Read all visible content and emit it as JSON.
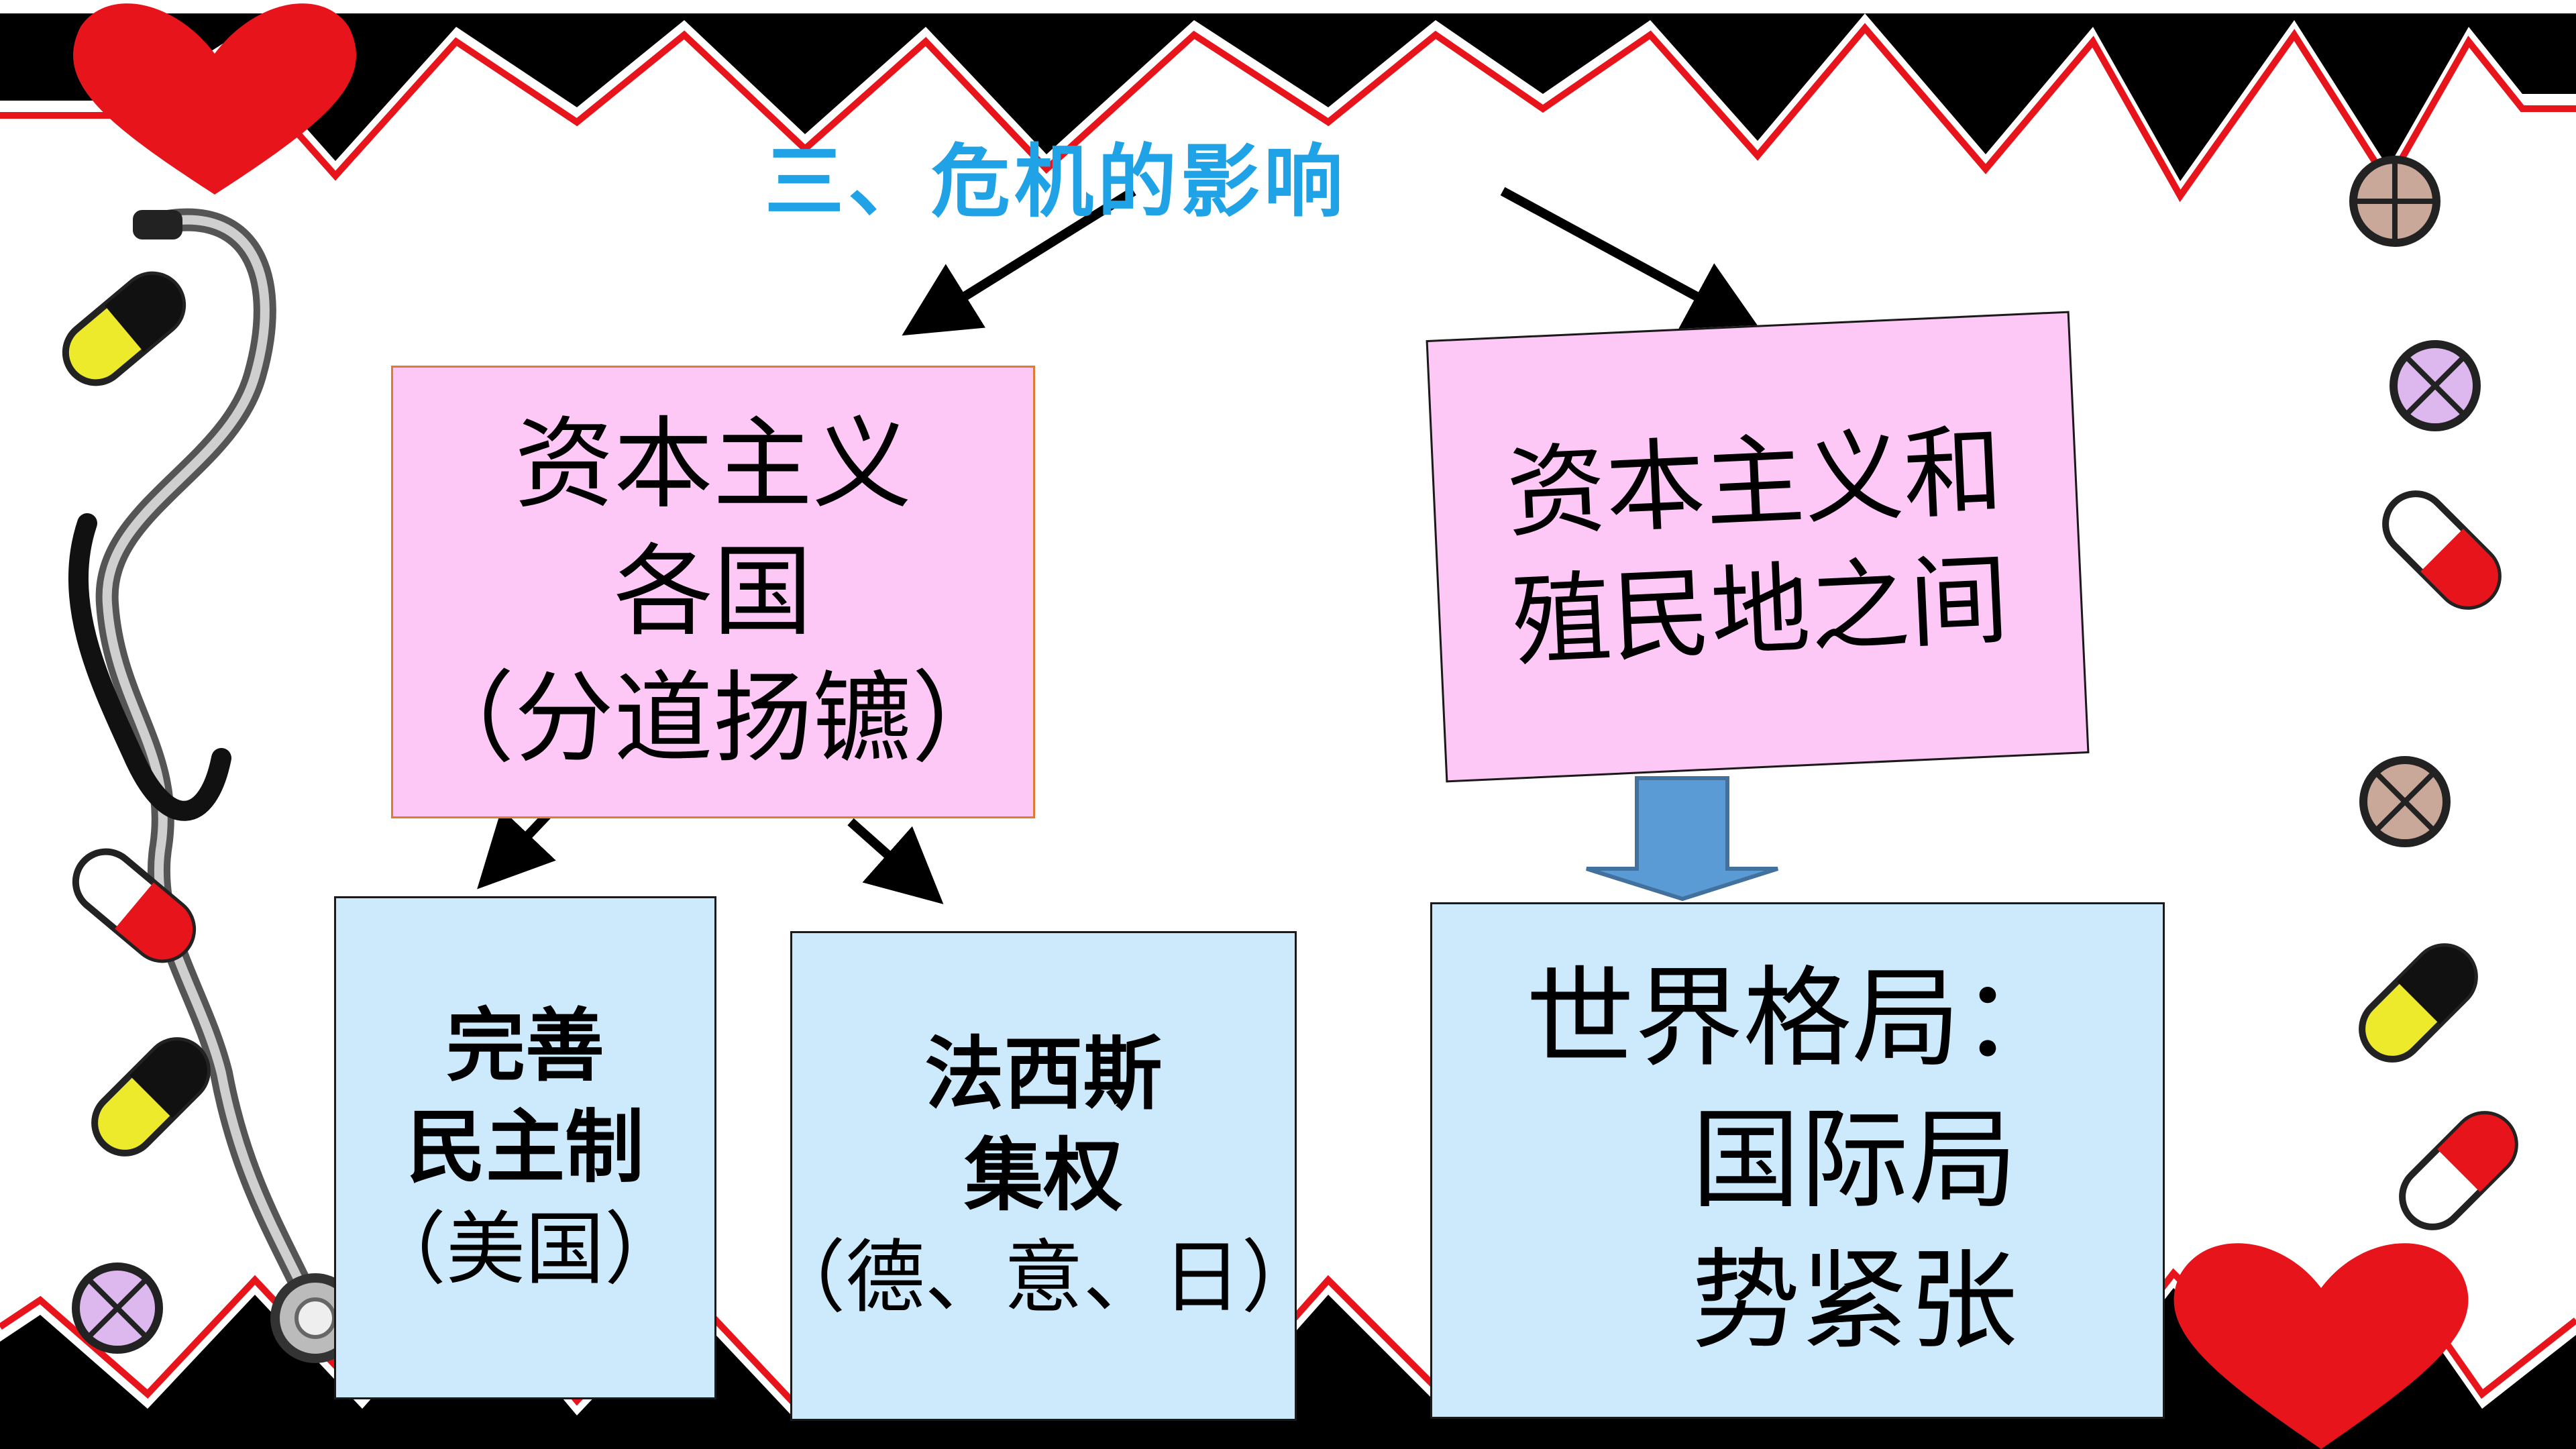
{
  "title": "三、危机的影响",
  "left_top": {
    "line1": "资本主义",
    "line2": "各国",
    "line3": "（分道扬镳）"
  },
  "right_top": {
    "line1": "资本主义和",
    "line2": "殖民地之间"
  },
  "minzhu": {
    "line1": "完善",
    "line2": "民主制",
    "line3": "（美国）"
  },
  "faxisi": {
    "line1": "法西斯",
    "line2": "集权",
    "line3": "（德、意、日）"
  },
  "shijie": {
    "line1": "世界格局：",
    "line2": "国际局",
    "line3": "势紧张"
  },
  "colors": {
    "title": "#1fa3e6",
    "pink_box": "#fdc8f6",
    "blue_box": "#cdeafc",
    "down_arrow": "#5b9bd5",
    "heart": "#e8141b",
    "zigzag": "#000000"
  },
  "icons": [
    "heart-icon",
    "stethoscope-icon",
    "pill-capsule-icon",
    "tablet-icon"
  ]
}
